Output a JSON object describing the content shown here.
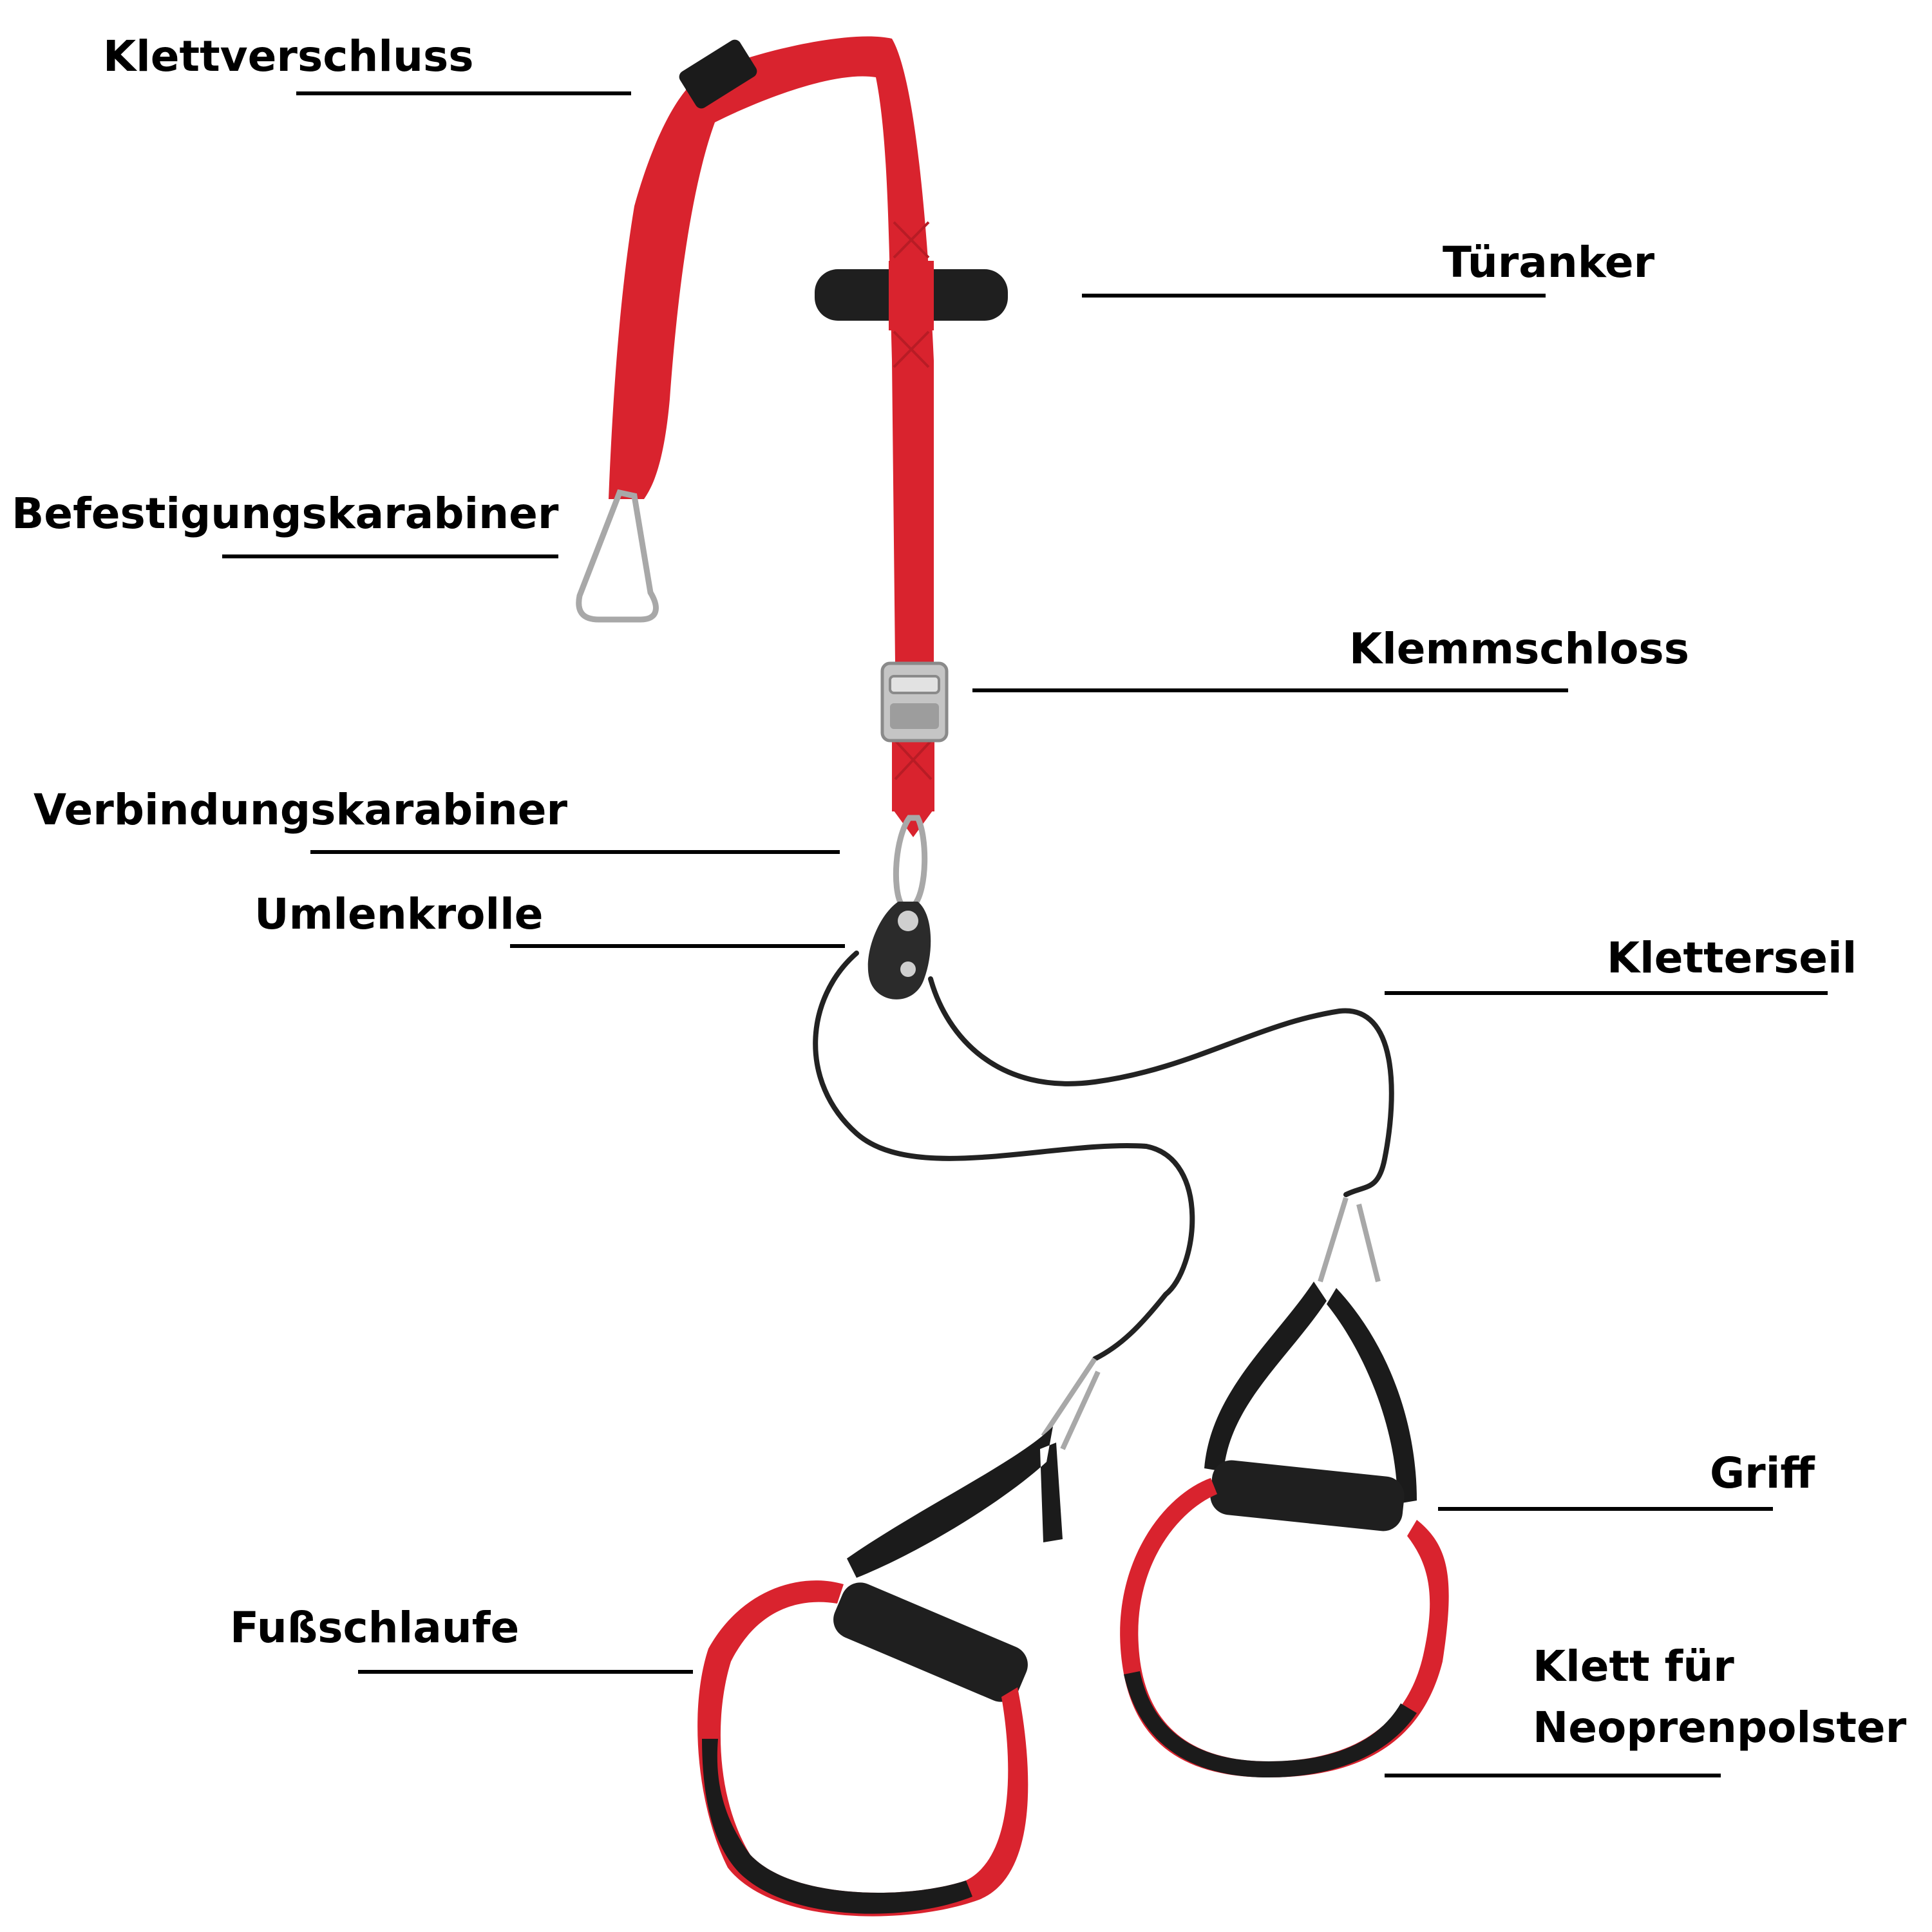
{
  "labels": {
    "klettverschluss": "Klettverschluss",
    "tueranker": "Türanker",
    "befestigungskarabiner": "Befestigungskarabiner",
    "klemmschloss": "Klemmschloss",
    "verbindungskarabiner": "Verbindungskarabiner",
    "umlenkrolle": "Umlenkrolle",
    "kletterseil": "Kletterseil",
    "griff": "Griff",
    "fussschlaufe": "Fußschlaufe",
    "klett_line1": "Klett für",
    "klett_line2": "Neoprenpolster"
  },
  "colors": {
    "strap_red": "#d9232e",
    "strap_black": "#1b1b1b",
    "rope": "#222222",
    "metal": "#b7b7b7",
    "label": "#000000",
    "background": "#ffffff"
  },
  "icons": {
    "pulley": "pulley-icon",
    "carabiner": "carabiner-icon",
    "buckle": "cam-buckle-icon",
    "door_anchor": "door-anchor-icon"
  }
}
